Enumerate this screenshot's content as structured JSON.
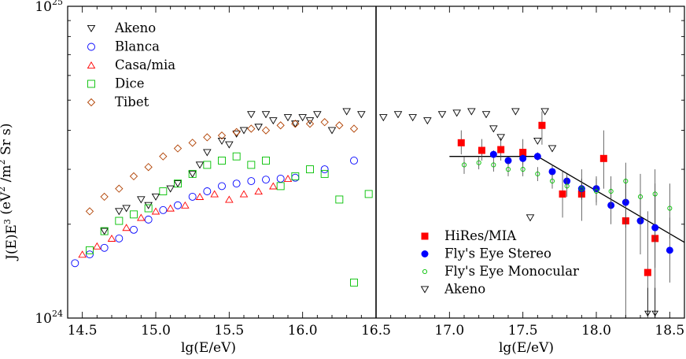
{
  "chart_data": [
    {
      "type": "scatter",
      "panel": "left",
      "xlabel": "lg(E/eV)",
      "ylabel": "J(E)E³  (eV² /m² Sr s)",
      "ylabel_parts": {
        "main": "J(E)E",
        "exp": "3",
        "unit_a": "(eV",
        "unit_b": " /m",
        "unit_c": " Sr s)",
        "sup2": "2"
      },
      "xlim": [
        14.4,
        16.5
      ],
      "ylim": [
        1e+24,
        1e+25
      ],
      "yscale": "log",
      "xticks": [
        "14.5",
        "15.0",
        "15.5",
        "16.0"
      ],
      "yticks": [
        {
          "base": "10",
          "exp": "25",
          "value": 1e+25
        },
        {
          "base": "10",
          "exp": "24",
          "value": 1e+24
        }
      ],
      "legend_position": "top-left",
      "series": [
        {
          "name": "Akeno",
          "marker": "triangle-down",
          "color": "#000000",
          "x": [
            14.65,
            14.75,
            14.8,
            14.9,
            14.95,
            15.0,
            15.1,
            15.15,
            15.25,
            15.3,
            15.35,
            15.45,
            15.5,
            15.55,
            15.6,
            15.65,
            15.7,
            15.75,
            15.8,
            15.9,
            15.95,
            16.0,
            16.05,
            16.1,
            16.2,
            16.3,
            16.4
          ],
          "y": [
            1.9e+24,
            2.2e+24,
            2.25e+24,
            2.4e+24,
            2.3e+24,
            2.45e+24,
            2.6e+24,
            2.7e+24,
            2.9e+24,
            3.1e+24,
            3.4e+24,
            3.7e+24,
            3.6e+24,
            3.9e+24,
            4e+24,
            4.5e+24,
            4.1e+24,
            4.5e+24,
            4.3e+24,
            4.4e+24,
            4.2e+24,
            4.4e+24,
            4.3e+24,
            4.5e+24,
            4e+24,
            4.6e+24,
            4.5e+24
          ]
        },
        {
          "name": "Blanca",
          "marker": "circle",
          "color": "#0000ff",
          "x": [
            14.45,
            14.55,
            14.65,
            14.75,
            14.85,
            14.95,
            15.05,
            15.15,
            15.25,
            15.35,
            15.45,
            15.55,
            15.65,
            15.75,
            15.85,
            15.95,
            16.15,
            16.35
          ],
          "y": [
            1.5e+24,
            1.6e+24,
            1.68e+24,
            1.8e+24,
            1.92e+24,
            2.07e+24,
            2.22e+24,
            2.3e+24,
            2.45e+24,
            2.55e+24,
            2.65e+24,
            2.7e+24,
            2.75e+24,
            2.78e+24,
            2.8e+24,
            2.82e+24,
            3e+24,
            3.2e+24
          ]
        },
        {
          "name": "Casa/mia",
          "marker": "triangle-up",
          "color": "#ff0000",
          "x": [
            14.5,
            14.6,
            14.7,
            14.8,
            14.9,
            15.0,
            15.1,
            15.2,
            15.3,
            15.4,
            15.5,
            15.6,
            15.7,
            15.8,
            15.9
          ],
          "y": [
            1.6e+24,
            1.7e+24,
            1.8e+24,
            1.95e+24,
            2.1e+24,
            2.2e+24,
            2.25e+24,
            2.3e+24,
            2.45e+24,
            2.5e+24,
            2.4e+24,
            2.5e+24,
            2.55e+24,
            2.65e+24,
            2.8e+24
          ]
        },
        {
          "name": "Dice",
          "marker": "square",
          "color": "#00c000",
          "x": [
            14.55,
            14.65,
            14.75,
            14.85,
            14.95,
            15.05,
            15.15,
            15.25,
            15.35,
            15.45,
            15.55,
            15.65,
            15.75,
            15.85,
            15.95,
            16.05,
            16.15,
            16.25,
            16.35,
            16.45
          ],
          "y": [
            1.65e+24,
            1.9e+24,
            2.05e+24,
            2.15e+24,
            2.25e+24,
            2.55e+24,
            2.7e+24,
            2.9e+24,
            3.1e+24,
            3.2e+24,
            3.3e+24,
            3.1e+24,
            3.2e+24,
            2.65e+24,
            2.85e+24,
            3e+24,
            2.9e+24,
            2.4e+24,
            1.3e+24,
            2.5e+24
          ]
        },
        {
          "name": "Tibet",
          "marker": "diamond",
          "color": "#b04000",
          "x": [
            14.55,
            14.65,
            14.75,
            14.85,
            14.95,
            15.05,
            15.15,
            15.25,
            15.35,
            15.45,
            15.55,
            15.65,
            15.75,
            15.85,
            15.95,
            16.05,
            16.15,
            16.25,
            16.35
          ],
          "y": [
            2.2e+24,
            2.45e+24,
            2.6e+24,
            2.85e+24,
            3.05e+24,
            3.3e+24,
            3.5e+24,
            3.65e+24,
            3.8e+24,
            3.85e+24,
            3.95e+24,
            4.05e+24,
            4e+24,
            4.15e+24,
            4.2e+24,
            4.2e+24,
            4.25e+24,
            4.15e+24,
            4.05e+24
          ]
        }
      ]
    },
    {
      "type": "scatter",
      "panel": "right",
      "xlabel": "lg(E/eV)",
      "xlim": [
        16.5,
        18.6
      ],
      "ylim": [
        1e+24,
        1e+25
      ],
      "yscale": "log",
      "xticks": [
        "16.5",
        "17.0",
        "17.5",
        "18.0",
        "18.5"
      ],
      "legend_position": "bottom-center",
      "fit_line": {
        "x": [
          17.0,
          17.6,
          18.6
        ],
        "y": [
          3.3e+24,
          3.3e+24,
          1.75e+24
        ]
      },
      "series": [
        {
          "name": "HiRes/MIA",
          "marker": "filled-square",
          "color": "#ff0000",
          "x": [
            17.08,
            17.22,
            17.35,
            17.5,
            17.63,
            17.77,
            17.9,
            18.05,
            18.2,
            18.35,
            18.4
          ],
          "y": [
            3.65e+24,
            3.45e+24,
            3.47e+24,
            3.4e+24,
            4.15e+24,
            2.5e+24,
            2.5e+24,
            3.25e+24,
            2.05e+24,
            1.4e+24,
            1.8e+24
          ],
          "err": [
            [
              3.35e+24,
              4e+24
            ],
            [
              3.2e+24,
              3.75e+24
            ],
            [
              3.2e+24,
              3.8e+24
            ],
            [
              3.1e+24,
              3.75e+24
            ],
            [
              3.6e+24,
              4.6e+24
            ],
            [
              2.1e+24,
              2.95e+24
            ],
            [
              2.05e+24,
              3e+24
            ],
            [
              2.6e+24,
              4e+24
            ],
            [
              1e+24,
              2.8e+24
            ],
            [
              1e+24,
              2.2e+24
            ],
            [
              1e+24,
              2.7e+24
            ]
          ]
        },
        {
          "name": "Fly's Eye Stereo",
          "marker": "filled-circle",
          "color": "#0000ff",
          "x": [
            17.3,
            17.4,
            17.5,
            17.6,
            17.7,
            17.8,
            17.9,
            18.0,
            18.1,
            18.2,
            18.3,
            18.4,
            18.5
          ],
          "y": [
            3.35e+24,
            3.2e+24,
            3.25e+24,
            3.3e+24,
            2.95e+24,
            2.75e+24,
            2.6e+24,
            2.6e+24,
            2.3e+24,
            2.35e+24,
            2.05e+24,
            1.95e+24,
            1.65e+24
          ],
          "err": [
            [
              3.25e+24,
              3.45e+24
            ],
            [
              3.1e+24,
              3.3e+24
            ],
            [
              3.15e+24,
              3.35e+24
            ],
            [
              3.2e+24,
              3.4e+24
            ],
            [
              2.8e+24,
              3.1e+24
            ],
            [
              2.6e+24,
              2.9e+24
            ],
            [
              2.4e+24,
              2.8e+24
            ],
            [
              2.35e+24,
              2.85e+24
            ],
            [
              2e+24,
              2.6e+24
            ],
            [
              1.95e+24,
              2.8e+24
            ],
            [
              1.6e+24,
              2.5e+24
            ],
            [
              1.45e+24,
              2.5e+24
            ],
            [
              1.3e+24,
              2.1e+24
            ]
          ]
        },
        {
          "name": "Fly's Eye Monocular",
          "marker": "small-circle",
          "color": "#00c000",
          "x": [
            17.1,
            17.2,
            17.3,
            17.4,
            17.5,
            17.6,
            17.7,
            17.8,
            17.9,
            18.0,
            18.1,
            18.2,
            18.3,
            18.4,
            18.5
          ],
          "y": [
            3.1e+24,
            3.15e+24,
            3.1e+24,
            3e+24,
            3e+24,
            2.9e+24,
            2.75e+24,
            2.65e+24,
            2.6e+24,
            2.55e+24,
            2.55e+24,
            2.75e+24,
            2.45e+24,
            2.5e+24,
            2.25e+24
          ],
          "err": [
            [
              2.9e+24,
              3.3e+24
            ],
            [
              3e+24,
              3.3e+24
            ],
            [
              2.95e+24,
              3.25e+24
            ],
            [
              2.85e+24,
              3.15e+24
            ],
            [
              2.85e+24,
              3.15e+24
            ],
            [
              2.75e+24,
              3.05e+24
            ],
            [
              2.6e+24,
              2.9e+24
            ],
            [
              2.45e+24,
              2.85e+24
            ],
            [
              2.4e+24,
              2.8e+24
            ],
            [
              2.3e+24,
              2.8e+24
            ],
            [
              2.25e+24,
              2.85e+24
            ],
            [
              2.35e+24,
              3.15e+24
            ],
            [
              2e+24,
              2.9e+24
            ],
            [
              2e+24,
              3e+24
            ],
            [
              1.8e+24,
              2.7e+24
            ]
          ]
        },
        {
          "name": "Akeno",
          "marker": "triangle-down",
          "color": "#000000",
          "x": [
            16.55,
            16.65,
            16.75,
            16.85,
            16.95,
            17.05,
            17.15,
            17.25,
            17.3,
            17.35,
            17.45,
            17.55,
            17.6,
            17.65,
            17.7,
            18.35,
            18.4
          ],
          "y": [
            4.4e+24,
            4.5e+24,
            4.4e+24,
            4.3e+24,
            4.5e+24,
            4.55e+24,
            4.6e+24,
            4.5e+24,
            4.05e+24,
            3.8e+24,
            4.6e+24,
            2.1e+24,
            3.7e+24,
            4.6e+24,
            3.5e+24,
            1e+24,
            1e+24
          ]
        }
      ]
    }
  ]
}
